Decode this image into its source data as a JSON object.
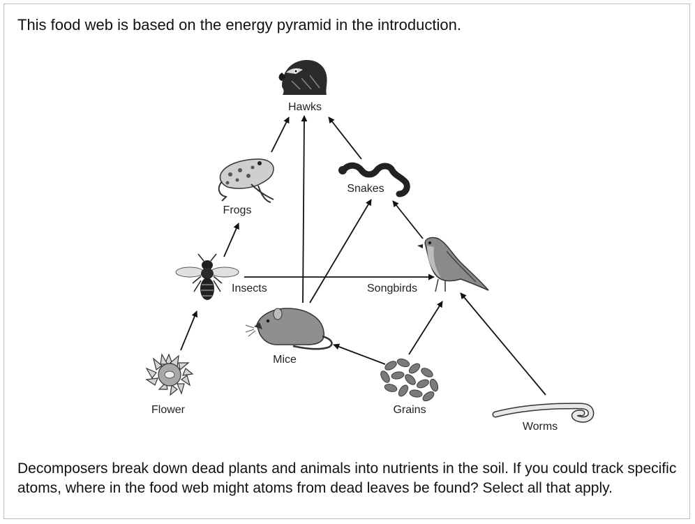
{
  "intro_text": "This food web is based on the energy pyramid in the introduction.",
  "question_text": "Decomposers break down dead plants and animals into nutrients in the soil. If you could track specific atoms, where in the food web might atoms from dead leaves be found? Select all that apply.",
  "organisms": {
    "hawks": "Hawks",
    "frogs": "Frogs",
    "snakes": "Snakes",
    "insects": "Insects",
    "songbirds": "Songbirds",
    "mice": "Mice",
    "flower": "Flower",
    "grains": "Grains",
    "worms": "Worms"
  },
  "arrows": [
    {
      "from": "Flower",
      "to": "Insects"
    },
    {
      "from": "Insects",
      "to": "Frogs"
    },
    {
      "from": "Frogs",
      "to": "Hawks"
    },
    {
      "from": "Mice",
      "to": "Hawks"
    },
    {
      "from": "Snakes",
      "to": "Hawks"
    },
    {
      "from": "Mice",
      "to": "Snakes"
    },
    {
      "from": "Songbirds",
      "to": "Snakes"
    },
    {
      "from": "Insects",
      "to": "Songbirds"
    },
    {
      "from": "Grains",
      "to": "Mice"
    },
    {
      "from": "Grains",
      "to": "Songbirds"
    },
    {
      "from": "Worms",
      "to": "Songbirds"
    }
  ]
}
